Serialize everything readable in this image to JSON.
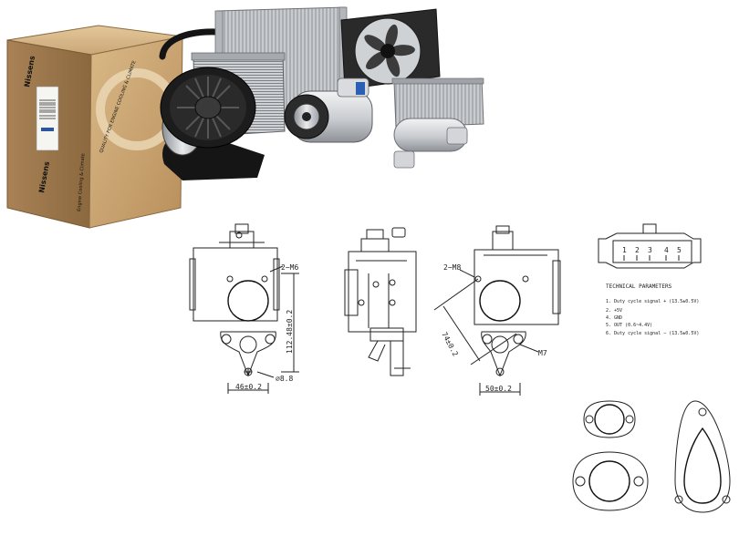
{
  "box": {
    "brand_top": "Nissens",
    "brand_side": "Nissens",
    "side_tagline": "Engine Cooling & Climate",
    "front_tagline": "QUALITY FOR ENGINE COOLING & CLIMATE"
  },
  "drawing": {
    "front_view": {
      "thread_label": "2−M6",
      "height_dim": "112.48±0.2",
      "width_dim": "46±0.2",
      "hole_dim": "⌀8.8"
    },
    "rear_view": {
      "thread_label": "2−M8",
      "diag_dim": "74±0.2",
      "width_dim": "50±0.2",
      "bolt_label": "M7"
    },
    "connector_pins": [
      "1",
      "2",
      "3",
      "4",
      "5"
    ],
    "parameters": {
      "title": "TECHNICAL PARAMETERS",
      "items": [
        "1. Duty cycle signal + (13.5±0.5V)",
        "2. +5V",
        "4. GND",
        "5. OUT (0.6~4.4V)",
        "6. Duty cycle signal − (13.5±0.5V)"
      ]
    }
  },
  "colors": {
    "cardboard": "#c9a472",
    "cardboard_dark": "#9c7a4d",
    "ink": "#222222",
    "metal": "#b9bcc0",
    "black_part": "#1c1c1c"
  }
}
